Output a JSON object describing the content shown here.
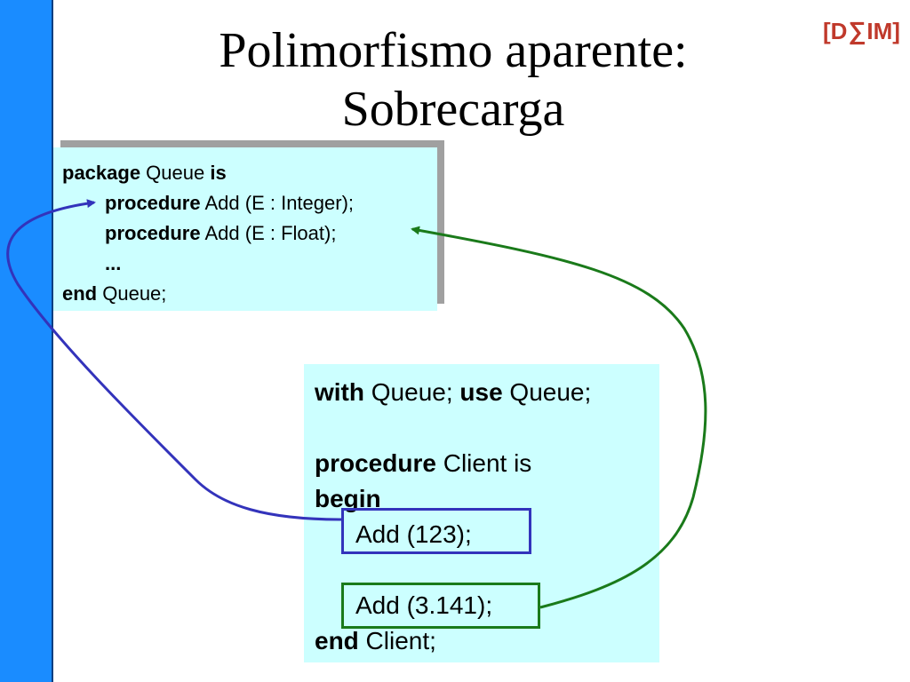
{
  "title": {
    "line1": "Polimorfismo aparente:",
    "line2": "Sobrecarga"
  },
  "logo": {
    "left": "[D",
    "sigma": "∑",
    "right": "IM]",
    "color": "#c0392b"
  },
  "package_code": {
    "l1_kw1": "package",
    "l1_text": " Queue ",
    "l1_kw2": "is",
    "l2_kw": "procedure",
    "l2_text": " Add (E : Integer);",
    "l3_kw": "procedure",
    "l3_text": " Add (E : Float);",
    "l4_kw": "...",
    "l5_kw": "end",
    "l5_text": " Queue;"
  },
  "client_code": {
    "l1_kw1": "with",
    "l1_text1": " Queue; ",
    "l1_kw2": "use",
    "l1_text2": " Queue;",
    "l3_kw": "procedure",
    "l3_text": " Client is",
    "l4_kw": "begin",
    "l5_text": "Add (123);",
    "l7_text": "Add (3.141);",
    "l8_kw": "end",
    "l8_text": " Client;"
  },
  "colors": {
    "left_bar": "#1a8cff",
    "code_bg": "#ccffff",
    "blue_arrow": "#3333bb",
    "green_arrow": "#1a7a1a"
  }
}
